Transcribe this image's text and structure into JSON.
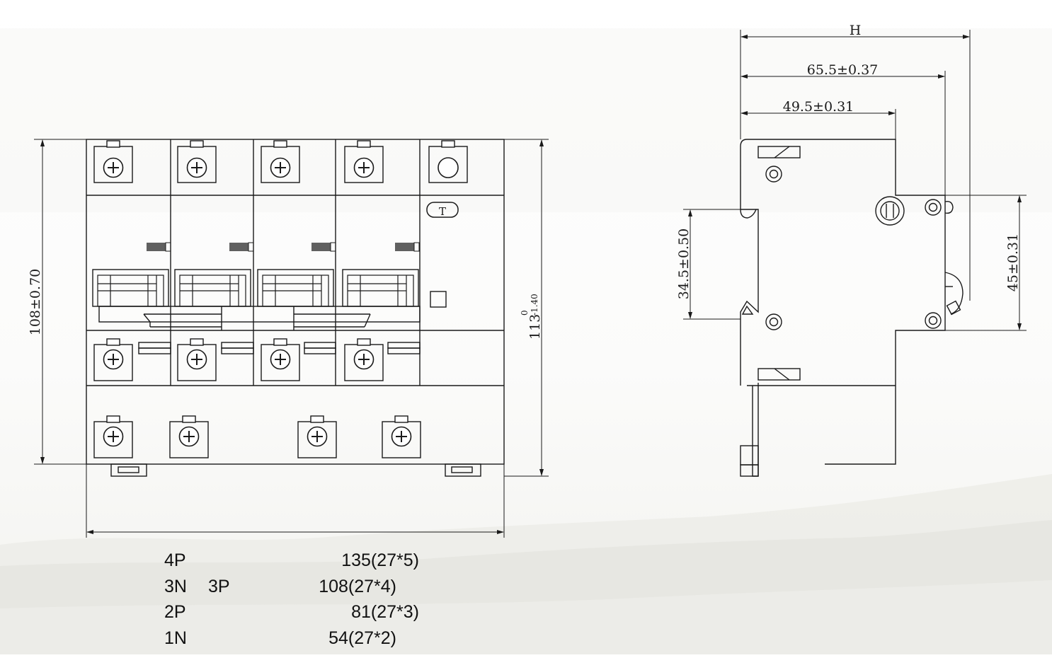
{
  "front_view": {
    "height_dim": "108±0.70",
    "total_height_main": "113",
    "total_height_upper_tol": "0",
    "total_height_lower_tol": "-1.40",
    "test_button_symbol": "T"
  },
  "side_view": {
    "dim_h": "H",
    "dim_overall_depth": "65.5±0.37",
    "dim_front_depth": "49.5±0.31",
    "dim_rail_left": "34.5±0.50",
    "dim_rail_right": "45±0.31"
  },
  "size_table": [
    {
      "model": "4P",
      "alt": "",
      "width": "135(27*5)"
    },
    {
      "model": "3N",
      "alt": "3P",
      "width": "108(27*4)"
    },
    {
      "model": "2P",
      "alt": "",
      "width": "81(27*3)"
    },
    {
      "model": "1N",
      "alt": "",
      "width": "54(27*2)"
    }
  ]
}
